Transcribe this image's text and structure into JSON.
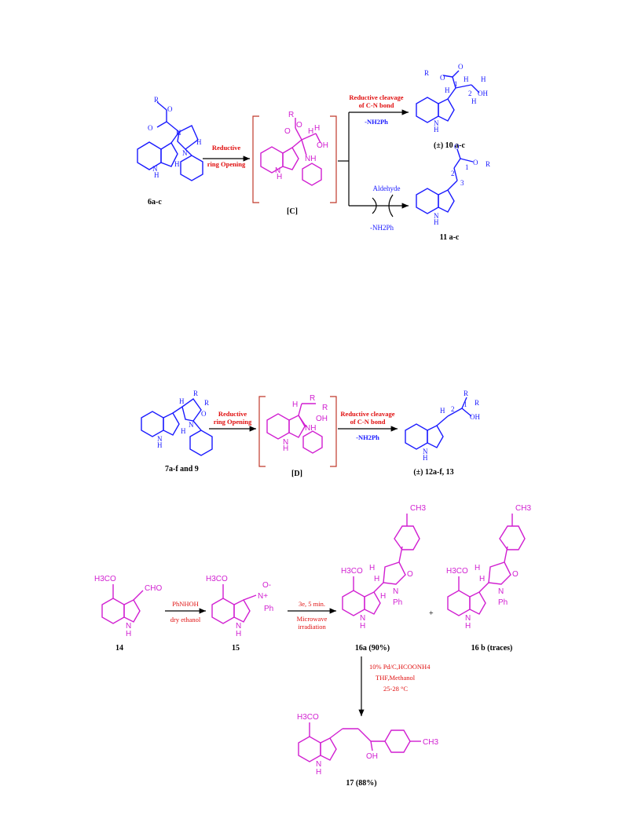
{
  "scheme1": {
    "start_label": "6a-c",
    "arrow1_label_line1": "Reductive",
    "arrow1_label_line2": "ring Opening",
    "intermediate_label": "[C]",
    "upper_arrow_line1": "Reductive cleavage",
    "upper_arrow_line2": "of C-N bond",
    "upper_arrow_reagent": "-NH2Ph",
    "lower_arrow_reagent1": "Aldehyde",
    "lower_arrow_reagent2": "-NH2Ph",
    "product_upper_label": "(±) 10 a-c",
    "product_lower_label": "11 a-c"
  },
  "scheme2": {
    "start_label": "7a-f and 9",
    "arrow1_label_line1": "Reductive",
    "arrow1_label_line2": "ring Opening",
    "intermediate_label": "[D]",
    "arrow2_label_line1": "Reductive cleavage",
    "arrow2_label_line2": "of C-N bond",
    "arrow2_reagent": "-NH2Ph",
    "product_label": "(±) 12a-f, 13"
  },
  "scheme3": {
    "compound14_label": "14",
    "compound15_label": "15",
    "compound16a_label": "16a (90%)",
    "compound16b_label": "16 b (traces)",
    "compound17_label": "17 (88%)",
    "arrow1_reagent": "PhNHOH",
    "arrow1_solvent": "dry ethanol",
    "arrow2_reagent": "3e, 5 min.",
    "arrow2_condition1": "Microwave",
    "arrow2_condition2": "irradiation",
    "plus_sign": "+",
    "down_arrow_line1": "10% Pd/C,HCOONH4",
    "down_arrow_line2": "THF,Methanol",
    "down_arrow_line3": "25-28 °C"
  },
  "colors": {
    "scheme_blue": "#1a1aff",
    "scheme_magenta": "#d11fd1",
    "reaction_red": "#e01010",
    "bracket_red": "#c0392b"
  }
}
